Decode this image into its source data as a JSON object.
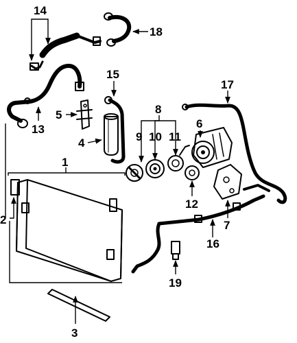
{
  "callouts": {
    "c1": "1",
    "c2": "2",
    "c3": "3",
    "c4": "4",
    "c5": "5",
    "c6": "6",
    "c7": "7",
    "c8": "8",
    "c9": "9",
    "c10": "10",
    "c11": "11",
    "c12": "12",
    "c13": "13",
    "c14": "14",
    "c15": "15",
    "c16": "16",
    "c17": "17",
    "c18": "18",
    "c19": "19"
  },
  "colors": {
    "ink": "#000000",
    "paper": "#ffffff"
  }
}
